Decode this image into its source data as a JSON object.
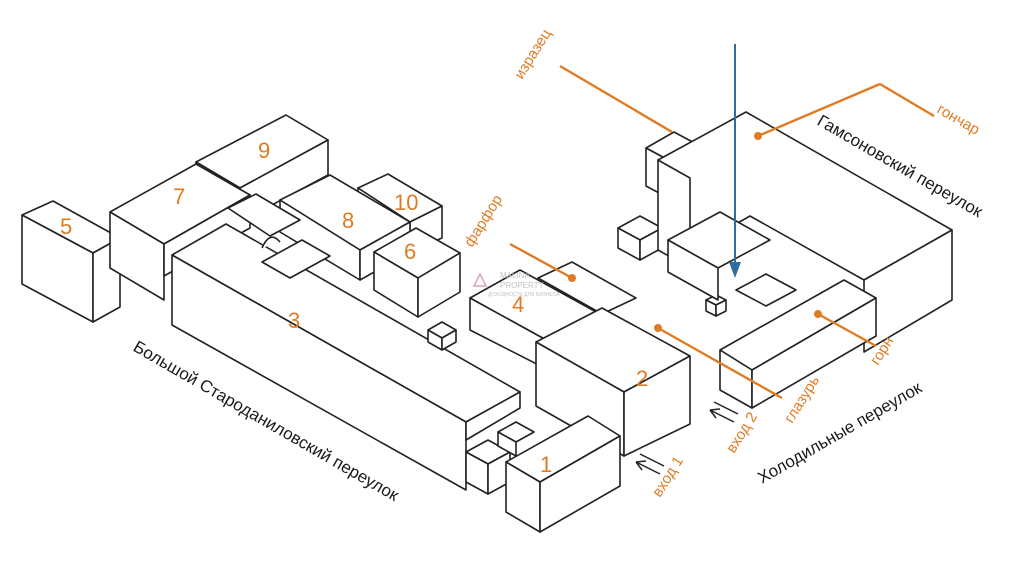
{
  "buildings": [
    {
      "label": "1"
    },
    {
      "label": "2"
    },
    {
      "label": "3"
    },
    {
      "label": "4"
    },
    {
      "label": "5"
    },
    {
      "label": "6"
    },
    {
      "label": "7"
    },
    {
      "label": "8"
    },
    {
      "label": "9"
    },
    {
      "label": "10"
    }
  ],
  "materials": {
    "izrazets": "изразец",
    "gonchar": "гончар",
    "farfor": "фарфор",
    "glazur": "глазурь",
    "gorn": "горн"
  },
  "entrances": {
    "entry1": "вход 1",
    "entry2": "вход 2"
  },
  "streets": {
    "gamsonovsky": "Гамсоновский переулок",
    "kholodilny": "Холодильные переулок",
    "bolshoy_starodanilovsky": "Большой Староданиловский переулок"
  },
  "watermark": {
    "brand": "MALINA",
    "sub": "PROPERTY",
    "tagline": "ДОХОДНОСТЬ ДЛЯ БИЗНЕСА"
  },
  "colors": {
    "accent": "#e07b22",
    "outline": "#222222",
    "pointer": "#2e6e9e"
  }
}
